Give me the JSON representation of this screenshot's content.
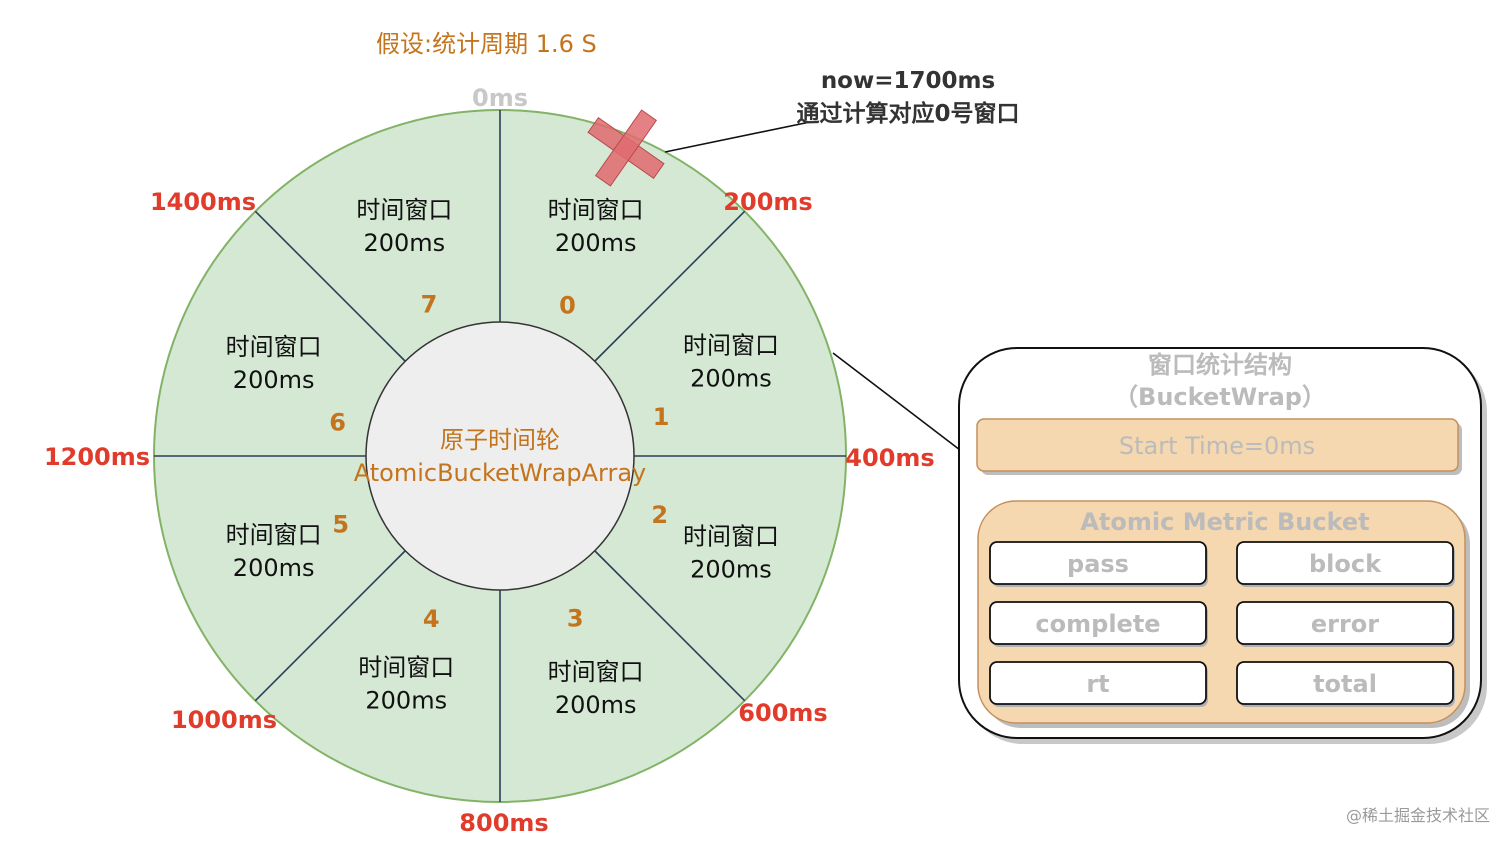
{
  "title": "假设:统计周期 1.6 S",
  "now": {
    "line1": "now=1700ms",
    "line2": "通过计算对应0号窗口"
  },
  "wheel": {
    "center_line1": "原子时间轮",
    "center_line2": "AtomicBucketWrapArray",
    "segment_title": "时间窗口",
    "segment_duration": "200ms",
    "segment_indices": [
      "0",
      "1",
      "2",
      "3",
      "4",
      "5",
      "6",
      "7"
    ],
    "boundary_labels": [
      "0ms",
      "200ms",
      "400ms",
      "600ms",
      "800ms",
      "1000ms",
      "1200ms",
      "1400ms"
    ]
  },
  "bucket_wrap": {
    "title_line1": "窗口统计结构",
    "title_line2": "（BucketWrap）",
    "start_time": "Start Time=0ms",
    "metric_title": "Atomic Metric Bucket",
    "metrics": [
      "pass",
      "block",
      "complete",
      "error",
      "rt",
      "total"
    ]
  },
  "watermark": "@稀土掘金技术社区",
  "colors": {
    "wheel_fill": "#d5e8d4",
    "wheel_stroke": "#82b366",
    "hub_fill": "#eeeeee",
    "spoke": "#2b3f5a",
    "index": "#c4741c",
    "boundary_label": "#e03b2b",
    "orange_fill": "#f5d7b0",
    "orange_stroke": "#c4905c",
    "cross": "#e06a6e"
  }
}
